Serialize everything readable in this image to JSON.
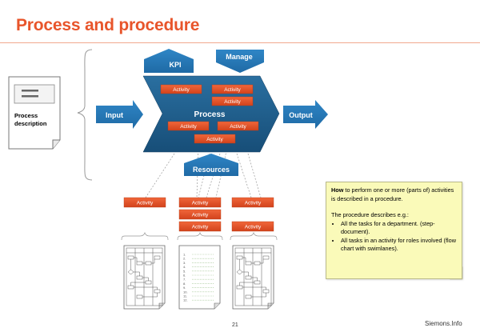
{
  "title": "Process and procedure",
  "process_description": {
    "line1": "Process",
    "line2": "description"
  },
  "arrows": {
    "input": "Input",
    "output": "Output",
    "kpi": "KPI",
    "manage": "Manage",
    "resources": "Resources"
  },
  "process_label": "Process",
  "activity_label": "Activity",
  "note": {
    "lead": "How",
    "lead_rest": " to perform one or more (parts of) activities is described in a procedure.",
    "intro": "The procedure describes e.g.:",
    "bullets": [
      "All the tasks for a department. (step-document).",
      "All tasks in an activity for roles involved (flow chart with swimlanes)."
    ]
  },
  "steps": [
    "1.",
    "2.",
    "3.",
    "4.",
    "5.",
    "6.",
    "7.",
    "8.",
    "9.",
    "10.",
    "11.",
    "12."
  ],
  "page_number": "21",
  "brand": "Siemons.Info",
  "colors": {
    "accent": "#e8552b",
    "process_blue": "#1f5e8c",
    "arrow_blue": "#2d7dbd",
    "activity_red": "#e04e26",
    "note_yellow": "#fafab9"
  }
}
